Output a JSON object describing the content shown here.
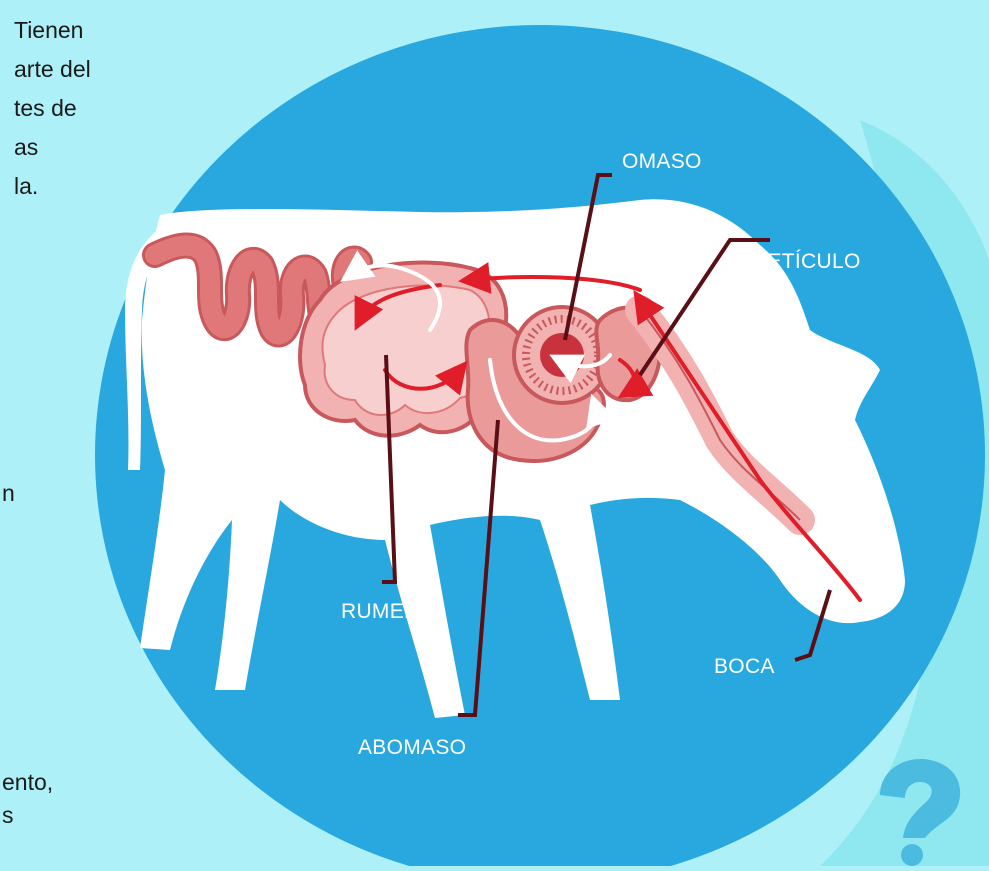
{
  "labels": {
    "omaso": "OMASO",
    "reticulo": "RETÍCULO",
    "rumen": "RUMEN",
    "abomaso": "ABOMASO",
    "boca": "BOCA"
  },
  "side_text": {
    "line1": "Tienen",
    "line2": "arte del",
    "line3": "tes de",
    "line4": "as",
    "line5": "la.",
    "line6": "n",
    "line7": "ento,",
    "line8": "s"
  },
  "colors": {
    "background": "#aef0f7",
    "oval": "#29a8e0",
    "cow": "#ffffff",
    "intestine": "#e0787a",
    "stomach": "#f2b2b2",
    "flow_arrow": "#e01e2a",
    "leader_line": "#5a0f16",
    "question_mark": "#4bbbe0"
  },
  "icons": {
    "corner": "question-mark-icon"
  }
}
